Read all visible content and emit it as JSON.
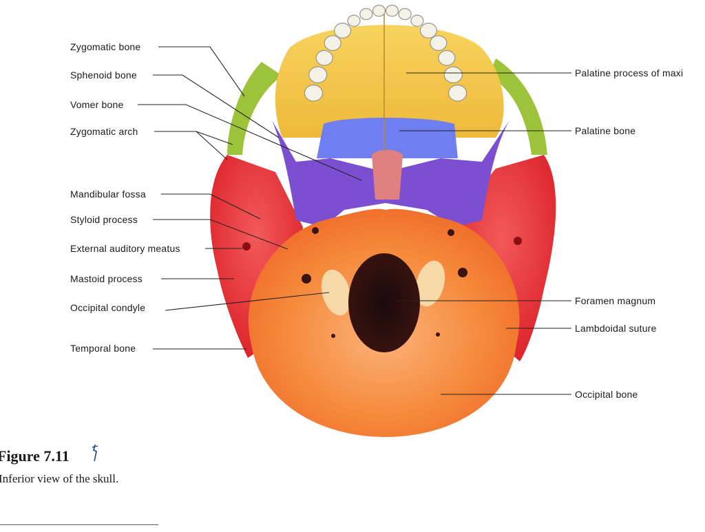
{
  "labels_left": [
    "Zygomatic bone",
    "Sphenoid bone",
    "Vomer bone",
    "Zygomatic arch",
    "Mandibular fossa",
    "Styloid process",
    "External auditory meatus",
    "Mastoid process",
    "Occipital condyle",
    "Temporal bone"
  ],
  "labels_right": [
    "Palatine process of maxi",
    "Palatine bone",
    "Foramen magnum",
    "Lambdoidal suture",
    "Occipital bone"
  ],
  "figure": {
    "title": "Figure 7.11",
    "caption": "Inferior view of the skull.",
    "mark_icon": "handwritten-check-mark"
  },
  "colors": {
    "temporal": "#e8232e",
    "occipital": "#f58a3c",
    "sphenoid": "#7b4fd0",
    "palatine": "#6f7ff0",
    "maxilla": "#f4c94a",
    "zygomatic": "#9cc33a",
    "vomer": "#e08080",
    "teeth": "#f4f1e6"
  }
}
